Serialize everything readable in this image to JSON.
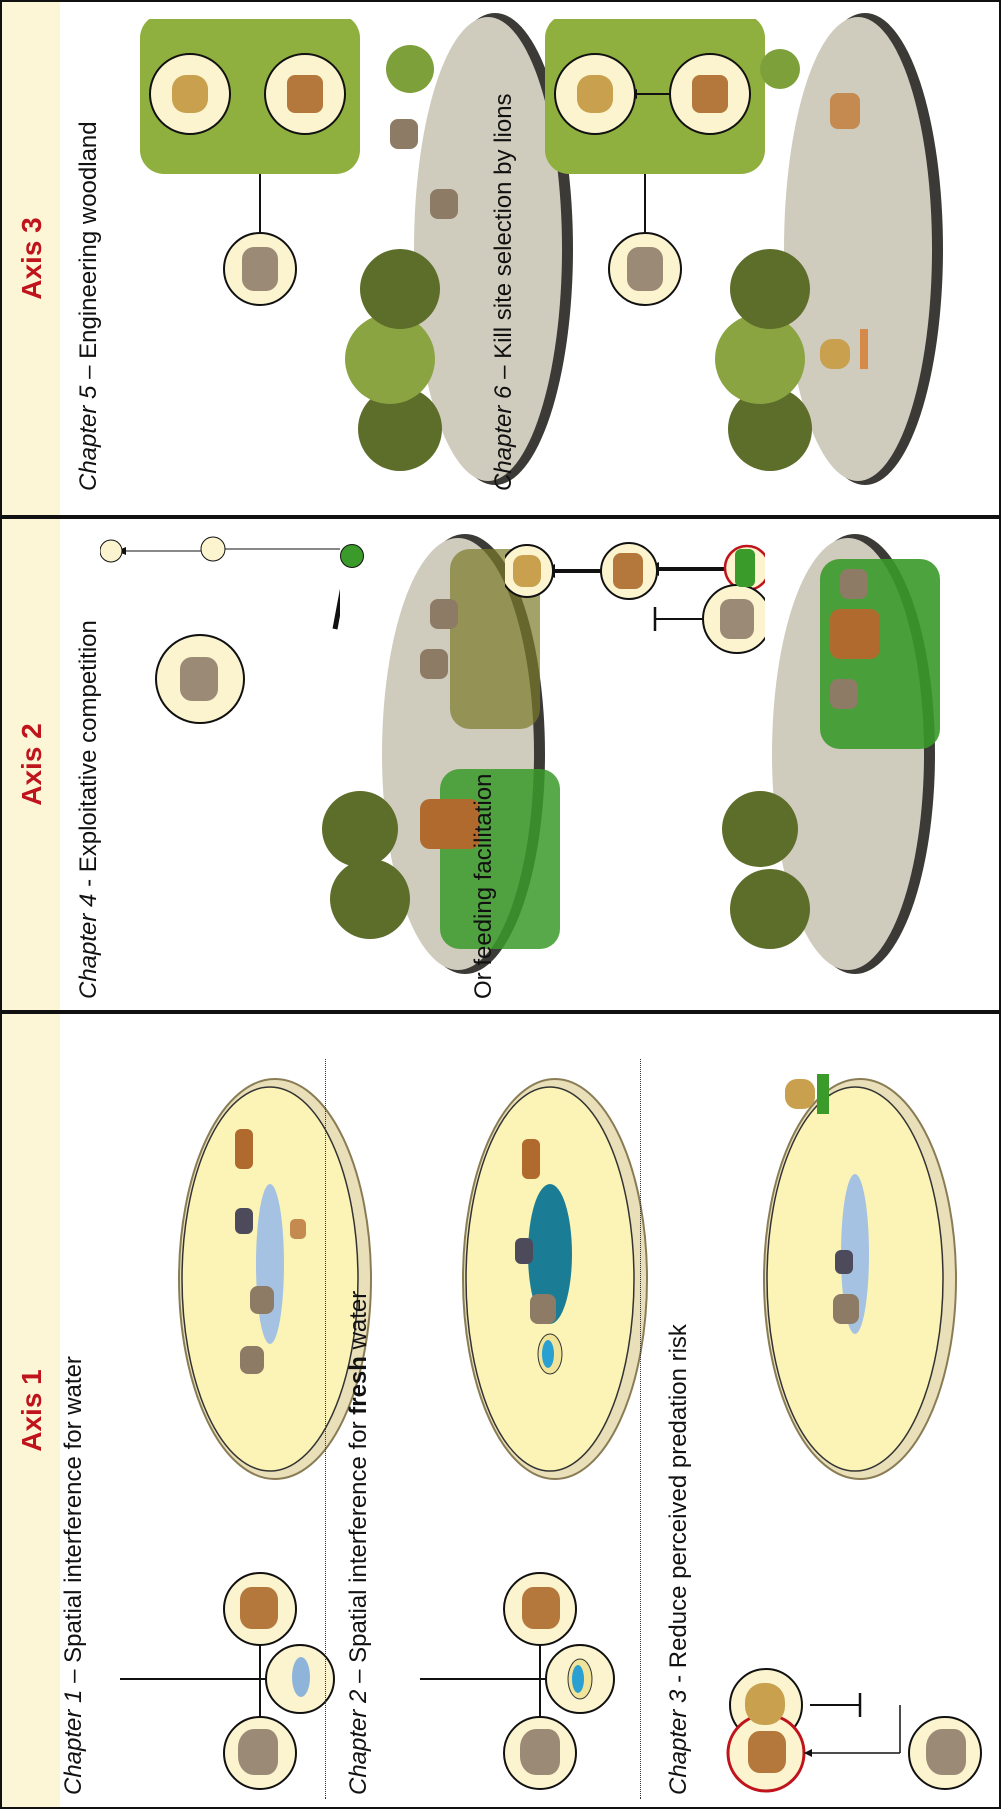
{
  "axes": [
    {
      "title": "Axis 1"
    },
    {
      "title": "Axis 2"
    },
    {
      "title": "Axis 3"
    }
  ],
  "chapters": {
    "ch1": {
      "num": "Chapter 1",
      "sep": " – ",
      "text": "Spatial interference for water"
    },
    "ch2": {
      "num": "Chapter 2",
      "sep": " – ",
      "text_pre": "Spatial interference for ",
      "text_bold": "fresh",
      "text_post": " water"
    },
    "ch3": {
      "num": "Chapter 3",
      "sep": " - ",
      "text": "Reduce perceived predation risk"
    },
    "ch4": {
      "num": "Chapter 4",
      "sep": " - ",
      "text": "Exploitative competition"
    },
    "ch4b": {
      "text": "Or feeding facilitation"
    },
    "ch5": {
      "num": "Chapter 5",
      "sep": " – ",
      "text": "Engineering woodland"
    },
    "ch6": {
      "num": "Chapter 6",
      "sep": " – ",
      "text": "Kill site selection by lions"
    }
  },
  "colors": {
    "axis_title": "#c0141c",
    "axis_header_bg": "#fdf6d6",
    "arena_yellow": "#fbf4b6",
    "arena_grey": "#cfcbbd",
    "group_box": "#8fb03f",
    "highlight_ring": "#c0141c",
    "grass": "#3a9a2a",
    "water": "#8fb4da"
  },
  "icons": [
    "elephant-icon",
    "giraffe-zebra-icon",
    "lion-icon",
    "waterhole-icon",
    "trough-icon",
    "tree-icon",
    "grass-icon"
  ]
}
